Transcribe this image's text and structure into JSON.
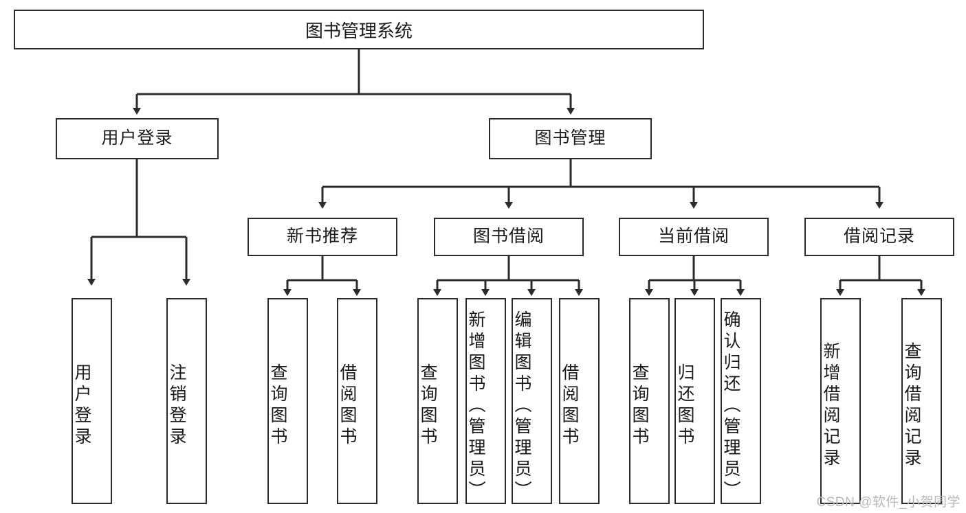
{
  "diagram": {
    "title": "图书管理系统",
    "type": "tree",
    "levels": {
      "root": {
        "label": "图书管理系统"
      },
      "level2": [
        {
          "id": "user-login",
          "label": "用户登录"
        },
        {
          "id": "book-management",
          "label": "图书管理"
        }
      ],
      "level3": [
        {
          "id": "new-book-recommend",
          "label": "新书推荐",
          "parent": "book-management"
        },
        {
          "id": "book-borrow",
          "label": "图书借阅",
          "parent": "book-management"
        },
        {
          "id": "current-borrow",
          "label": "当前借阅",
          "parent": "book-management"
        },
        {
          "id": "borrow-record",
          "label": "借阅记录",
          "parent": "book-management"
        }
      ],
      "leaves": [
        {
          "id": "leaf-user-login",
          "label": "用户登录",
          "parent": "user-login"
        },
        {
          "id": "leaf-logout-login",
          "label": "注销登录",
          "parent": "user-login"
        },
        {
          "id": "leaf-query-book-1",
          "label": "查询图书",
          "parent": "new-book-recommend"
        },
        {
          "id": "leaf-borrow-book-1",
          "label": "借阅图书",
          "parent": "new-book-recommend"
        },
        {
          "id": "leaf-query-book-2",
          "label": "查询图书",
          "parent": "book-borrow"
        },
        {
          "id": "leaf-add-book",
          "label": "新增图书（管理员）",
          "parent": "book-borrow"
        },
        {
          "id": "leaf-edit-book",
          "label": "编辑图书（管理员）",
          "parent": "book-borrow"
        },
        {
          "id": "leaf-borrow-book-2",
          "label": "借阅图书",
          "parent": "book-borrow"
        },
        {
          "id": "leaf-query-book-3",
          "label": "查询图书",
          "parent": "current-borrow"
        },
        {
          "id": "leaf-return-book",
          "label": "归还图书",
          "parent": "current-borrow"
        },
        {
          "id": "leaf-confirm-return",
          "label": "确认归还（管理员）",
          "parent": "current-borrow"
        },
        {
          "id": "leaf-add-record",
          "label": "新增借阅记录",
          "parent": "borrow-record"
        },
        {
          "id": "leaf-query-record",
          "label": "查询借阅记录",
          "parent": "borrow-record"
        }
      ]
    },
    "colors": {
      "stroke": "#2b2b2b",
      "fill": "#ffffff",
      "text": "#1a1a1a",
      "watermark": "#b9b9b9"
    }
  },
  "watermark": {
    "text": "CSDN @软件_小贺同学"
  }
}
